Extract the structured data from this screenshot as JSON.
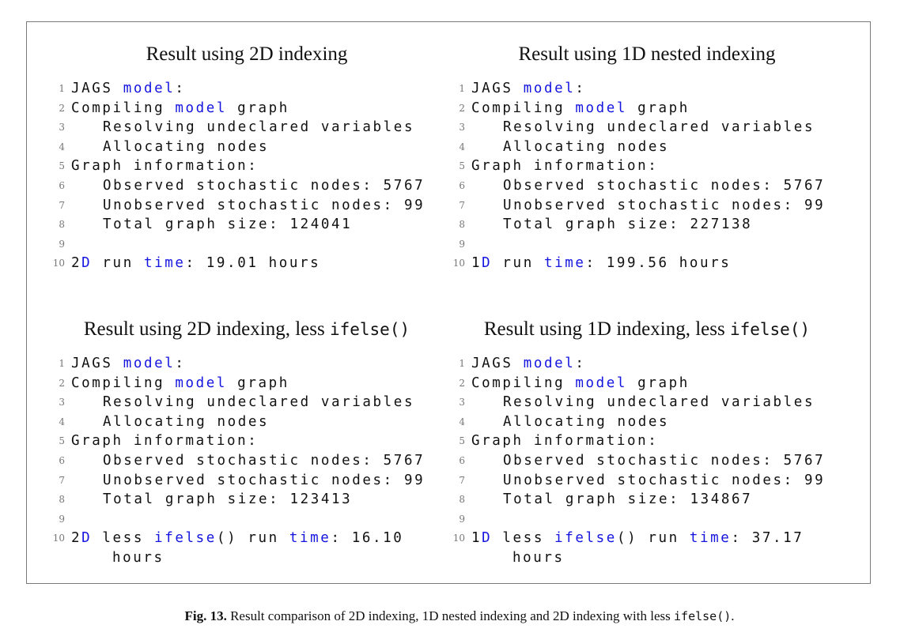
{
  "panels": {
    "top_left": {
      "title": "Result using 2D indexing",
      "lines": [
        "JAGS model:",
        "Compiling model graph",
        "Resolving undeclared variables",
        "Allocating nodes",
        "Graph information:",
        "Observed stochastic nodes: 5767",
        "Unobserved stochastic nodes: 99",
        "Total graph size: 124041",
        "",
        "2D run time: 19.01 hours"
      ]
    },
    "top_right": {
      "title": "Result using 1D nested indexing",
      "lines": [
        "JAGS model:",
        "Compiling model graph",
        "Resolving undeclared variables",
        "Allocating nodes",
        "Graph information:",
        "Observed stochastic nodes: 5767",
        "Unobserved stochastic nodes: 99",
        "Total graph size: 227138",
        "",
        "1D run time: 199.56 hours"
      ]
    },
    "bottom_left": {
      "title_prefix": "Result using 2D indexing, less",
      "title_code": "ifelse()",
      "lines": [
        "JAGS model:",
        "Compiling model graph",
        "Resolving undeclared variables",
        "Allocating nodes",
        "Graph information:",
        "Observed stochastic nodes: 5767",
        "Unobserved stochastic nodes: 99",
        "Total graph size: 123413",
        "",
        "2D less ifelse() run time: 16.10",
        "hours"
      ]
    },
    "bottom_right": {
      "title_prefix": "Result using 1D indexing, less",
      "title_code": "ifelse()",
      "lines": [
        "JAGS model:",
        "Compiling model graph",
        "Resolving undeclared variables",
        "Allocating nodes",
        "Graph information:",
        "Observed stochastic nodes: 5767",
        "Unobserved stochastic nodes: 99",
        "Total graph size: 134867",
        "",
        "1D less ifelse() run time: 37.17",
        "hours"
      ]
    }
  },
  "line_numbers": [
    "1",
    "2",
    "3",
    "4",
    "5",
    "6",
    "7",
    "8",
    "9",
    "10"
  ],
  "caption": {
    "label": "Fig. 13.",
    "text": "Result comparison of 2D indexing, 1D nested indexing and 2D indexing with less",
    "code": "ifelse()",
    "end": "."
  },
  "colors": {
    "keyword": "#1515e0",
    "frame": "#7a7a7a",
    "line_number": "#777777"
  }
}
